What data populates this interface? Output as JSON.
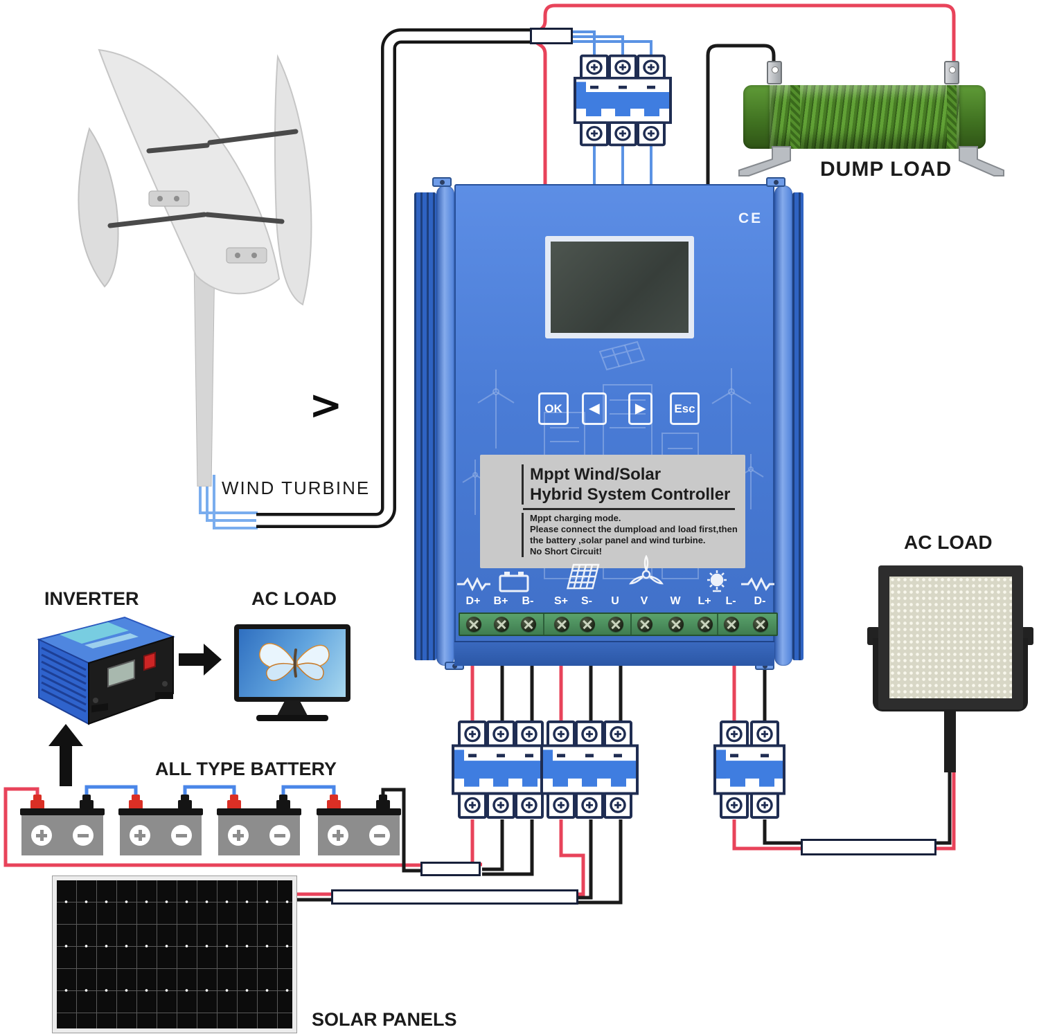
{
  "scene": {
    "background": "#ffffff",
    "labels": {
      "wind_turbine": "WIND TURBINE",
      "dump_load": "DUMP LOAD",
      "inverter": "INVERTER",
      "ac_load_left": "AC LOAD",
      "all_type_battery": "ALL TYPE BATTERY",
      "ac_load_right": "AC LOAD",
      "solar_panels": "SOLAR PANELS"
    },
    "carousel_next": ">"
  },
  "controller": {
    "ce_mark": "CE",
    "title_line1": "Mppt Wind/Solar",
    "title_line2": "Hybrid System Controller",
    "notes": [
      "Mppt charging mode.",
      "Please connect the dumpload and load first,then",
      "the battery ,solar panel and wind turbine.",
      "No Short Circuit!"
    ],
    "buttons": {
      "ok": "OK",
      "prev": "◀",
      "next": "▶",
      "esc": "Esc"
    },
    "terminals": [
      "D+",
      "B+",
      "B-",
      "S+",
      "S-",
      "U",
      "V",
      "W",
      "L+",
      "L-",
      "D-"
    ]
  },
  "colors": {
    "wire_red": "#e8435a",
    "wire_black": "#1a1a1a",
    "wire_blue": "#4a86e8",
    "controller_blue": "#4d80da",
    "breaker_blue": "#3f7de0",
    "dump_load_green": "#4e8c2e",
    "terminal_green": "#4f9c63"
  }
}
